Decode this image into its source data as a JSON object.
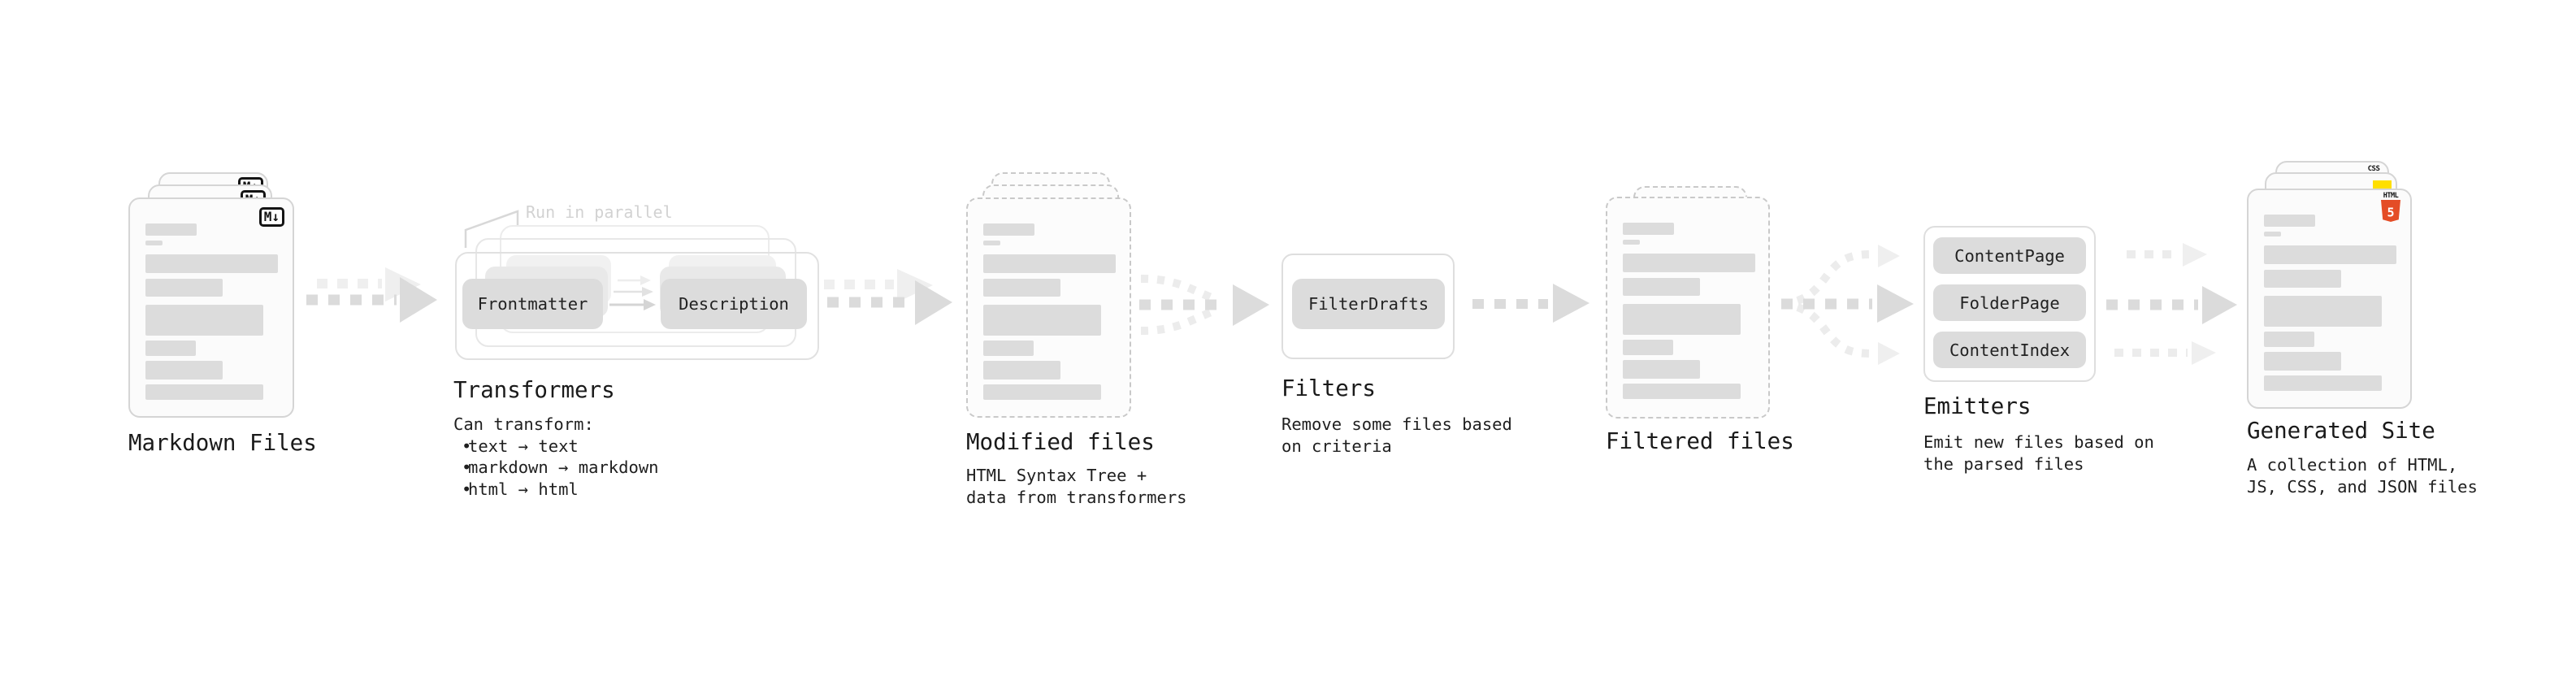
{
  "stages": {
    "markdown_files": {
      "label": "Markdown Files",
      "badge": "M↓"
    },
    "transformers": {
      "label": "Transformers",
      "annotation": "Run in parallel",
      "nodes": {
        "left": "Frontmatter",
        "right": "Description"
      },
      "caption_title": "Can transform:",
      "bullet_char": "•",
      "bullets": [
        "text → text",
        "markdown → markdown",
        "html → html"
      ]
    },
    "modified_files": {
      "label": "Modified files",
      "caption": [
        "HTML Syntax Tree +",
        "data from transformers"
      ]
    },
    "filters": {
      "label": "Filters",
      "node": "FilterDrafts",
      "caption": [
        "Remove some files based",
        "on criteria"
      ]
    },
    "filtered_files": {
      "label": "Filtered files"
    },
    "emitters": {
      "label": "Emitters",
      "nodes": [
        "ContentPage",
        "FolderPage",
        "ContentIndex"
      ],
      "caption": [
        "Emit new files based on",
        "the parsed files"
      ]
    },
    "generated_site": {
      "label": "Generated Site",
      "caption": [
        "A collection of HTML,",
        "JS, CSS, and JSON files"
      ],
      "badges": {
        "html_label": "HTML",
        "html_number": "5",
        "css_label": "CSS"
      }
    }
  },
  "colors": {
    "html5_orange": "#e44d26",
    "css_blue": "#2965f1",
    "js_yellow": "#ffdf00"
  }
}
